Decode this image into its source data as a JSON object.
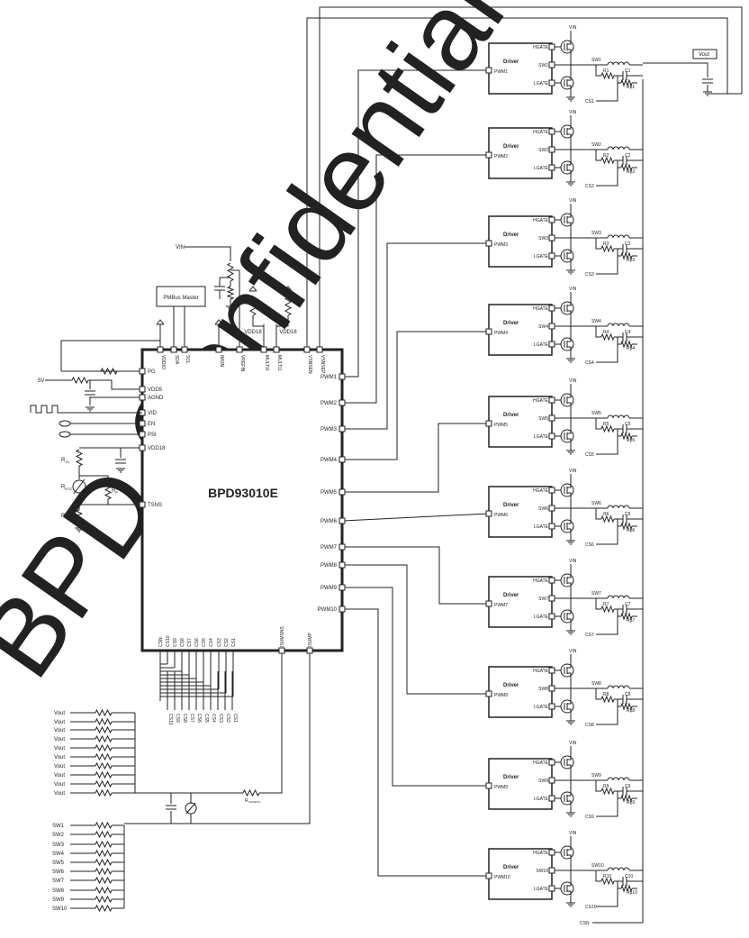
{
  "watermark": "BPD Confidential",
  "ic": {
    "name": "BPD93010E",
    "top_pins": [
      "VDDIO",
      "SDA",
      "SCL",
      "IMON",
      "VREFIN",
      "MULTI0",
      "MULTI1",
      "VSNSEN",
      "VSNSEP"
    ],
    "left_pins": [
      "PG",
      "VDD5",
      "AGND",
      "VID",
      "EN",
      "PSI",
      "VDD18",
      "TSNS"
    ],
    "right_pins": [
      "PWM1",
      "PWM2",
      "PWM3",
      "PWM4",
      "PWM5",
      "PWM6",
      "PWM7",
      "PWM8",
      "PWM9",
      "PWM10"
    ],
    "bottom_cs_pins": [
      "CSN",
      "CS10",
      "CS9",
      "CS8",
      "CS7",
      "CS6",
      "CS5",
      "CS4",
      "CS3",
      "CS2",
      "CS1"
    ],
    "bottom_cs_labels": [
      "CS10",
      "CS9",
      "CS8",
      "CS7",
      "CS6",
      "CS5",
      "CS4",
      "CS3",
      "CS2",
      "CS1"
    ],
    "bottom_sns_pins": [
      "ISUMSNS",
      "ISUMP"
    ]
  },
  "pmbus": "PMBus Master",
  "net_labels": {
    "vin": "VIN",
    "vdd18": "VDD18",
    "five_v": "5V",
    "vout": "Vout",
    "csn": "CSN",
    "rtsns_parts": [
      "R",
      "S1",
      "R",
      "NTC",
      "R",
      "P",
      "R",
      "S"
    ],
    "risum_parts": [
      "R",
      "ISUMNTC"
    ]
  },
  "driver": {
    "title": "Driver",
    "hgate": "HGATE",
    "lgate": "LGATE",
    "phases": [
      {
        "pwm": "PWM1",
        "sw": "SW1",
        "r": "R1",
        "c": "C1",
        "rp": "Rp1",
        "cs": "CS1"
      },
      {
        "pwm": "PWM2",
        "sw": "SW2",
        "r": "R2",
        "c": "C2",
        "rp": "Rp2",
        "cs": "CS2"
      },
      {
        "pwm": "PWM3",
        "sw": "SW3",
        "r": "R3",
        "c": "C3",
        "rp": "Rp3",
        "cs": "CS3"
      },
      {
        "pwm": "PWM4",
        "sw": "SW4",
        "r": "R4",
        "c": "C4",
        "rp": "Rp4",
        "cs": "CS4"
      },
      {
        "pwm": "PWM5",
        "sw": "SW5",
        "r": "R5",
        "c": "C5",
        "rp": "Rp5",
        "cs": "CS5"
      },
      {
        "pwm": "PWM6",
        "sw": "SW6",
        "r": "R6",
        "c": "C6",
        "rp": "Rp6",
        "cs": "CS6"
      },
      {
        "pwm": "PWM7",
        "sw": "SW7",
        "r": "R7",
        "c": "C7",
        "rp": "Rp7",
        "cs": "CS7"
      },
      {
        "pwm": "PWM8",
        "sw": "SW8",
        "r": "R8",
        "c": "C8",
        "rp": "Rp8",
        "cs": "CS8"
      },
      {
        "pwm": "PWM9",
        "sw": "SW9",
        "r": "R9",
        "c": "C9",
        "rp": "Rp9",
        "cs": "CS9"
      },
      {
        "pwm": "PWM10",
        "sw": "SW10",
        "r": "R10",
        "c": "C10",
        "rp": "Rp10",
        "cs": "CS10"
      }
    ]
  },
  "sum_vout": [
    "Vout",
    "Vout",
    "Vout",
    "Vout",
    "Vout",
    "Vout",
    "Vout",
    "Vout",
    "Vout",
    "Vout"
  ],
  "sum_sw": [
    "SW1",
    "SW2",
    "SW3",
    "SW4",
    "SW5",
    "SW6",
    "SW7",
    "SW8",
    "SW9",
    "SW10"
  ]
}
